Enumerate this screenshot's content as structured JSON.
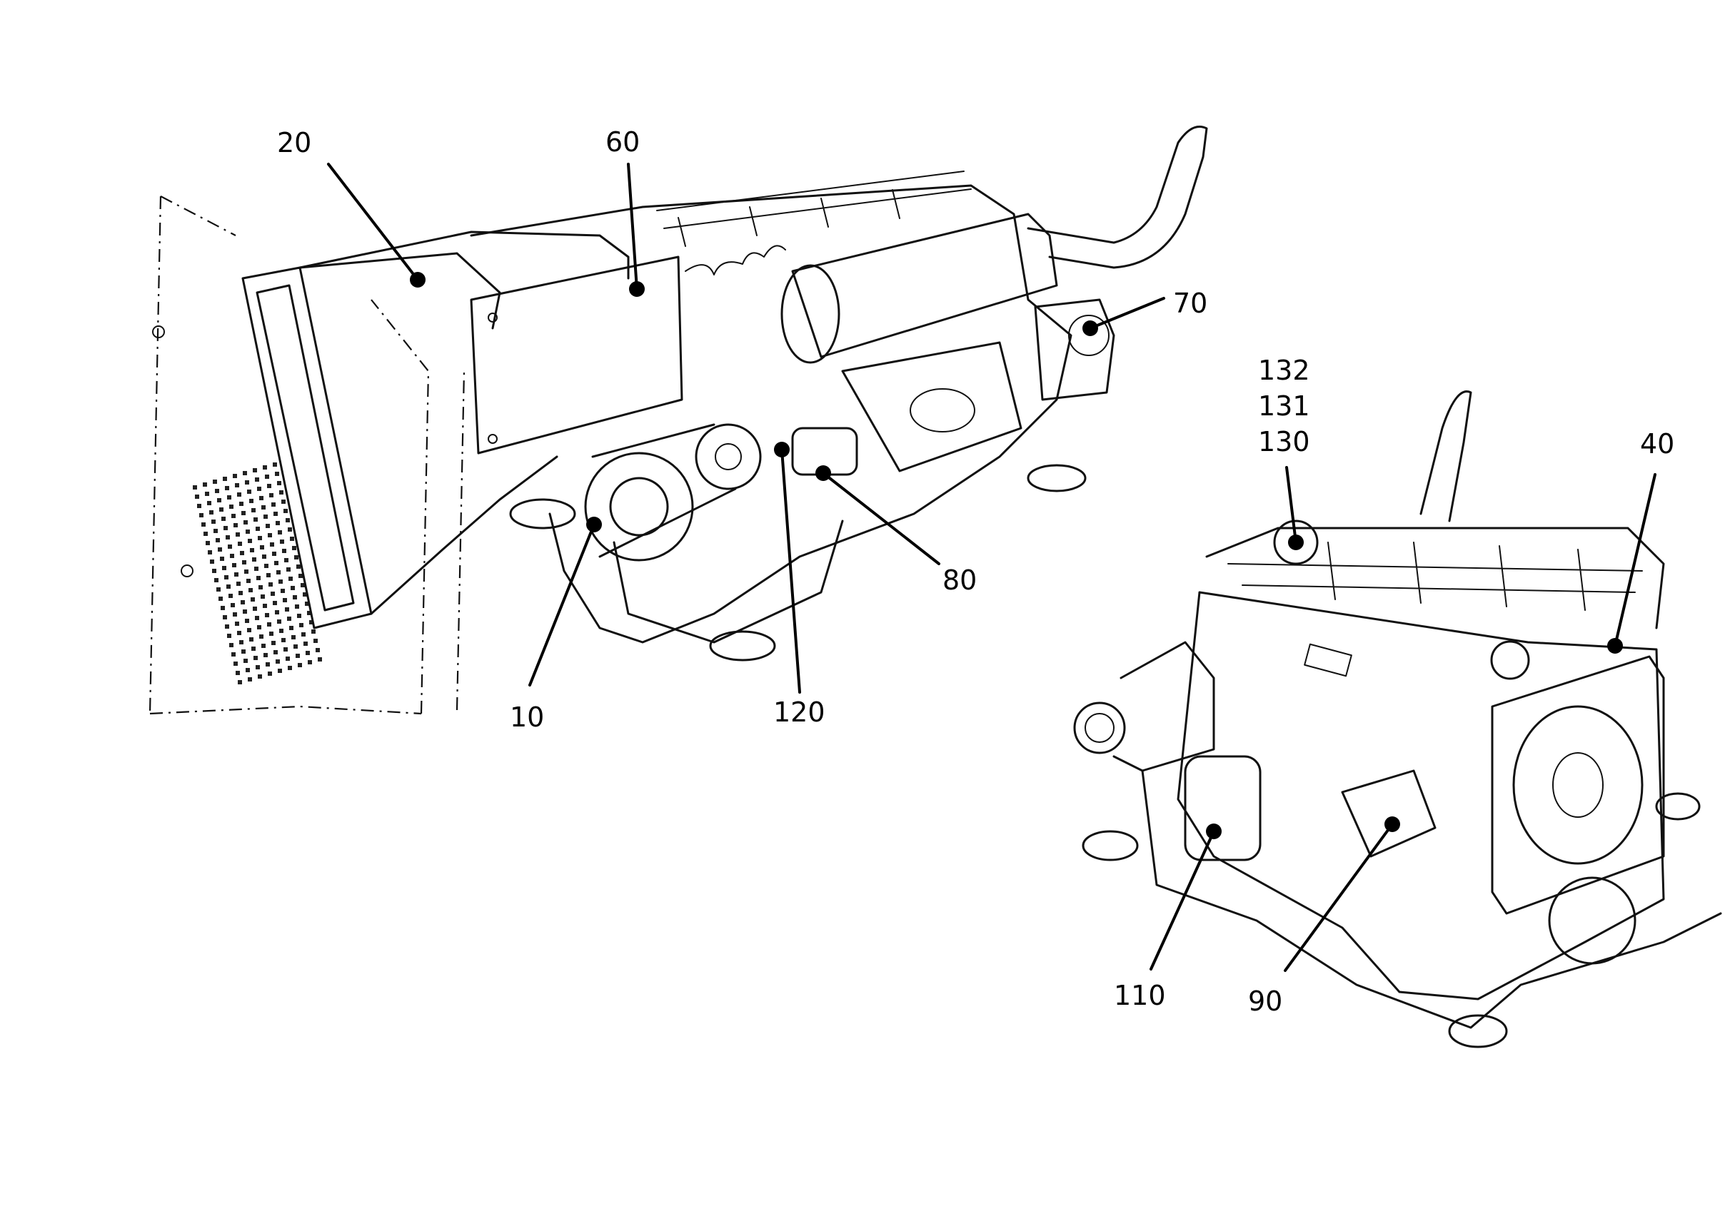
{
  "callouts": {
    "c10": "10",
    "c20": "20",
    "c40": "40",
    "c60": "60",
    "c70": "70",
    "c80": "80",
    "c90": "90",
    "c110": "110",
    "c120": "120",
    "c130": "130",
    "c131": "131",
    "c132": "132"
  },
  "colors": {
    "ink": "#111111",
    "background": "#ffffff"
  }
}
